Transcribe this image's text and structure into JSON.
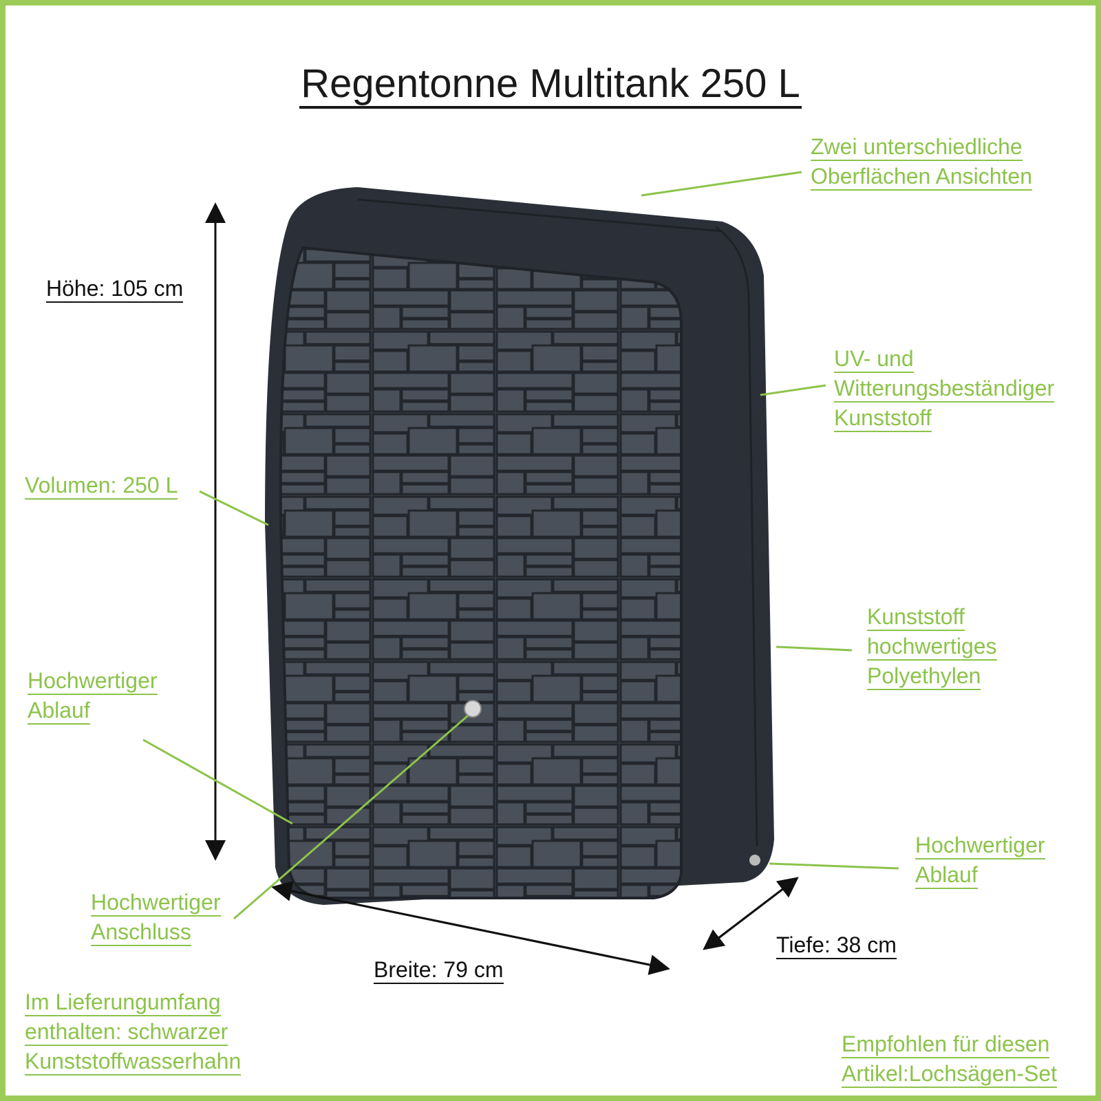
{
  "title": "Regentonne Multitank 250 L",
  "colors": {
    "accent": "#8cc34b",
    "border": "#9dcb58",
    "tank": "#2b3038"
  },
  "labels": {
    "surfaces": [
      "Zwei unterschiedliche",
      "Oberflächen Ansichten"
    ],
    "uv": [
      "UV- und",
      "Witterungsbeständiger",
      "Kunststoff"
    ],
    "volume": "Volumen: 250 L",
    "height": "Höhe: 105 cm",
    "plastic": [
      "Kunststoff",
      "hochwertiges",
      "Polyethylen"
    ],
    "drain_left": [
      "Hochwertiger",
      "Ablauf"
    ],
    "drain_right": [
      "Hochwertiger",
      "Ablauf"
    ],
    "connection": [
      "Hochwertiger",
      "Anschluss"
    ],
    "width": "Breite: 79 cm",
    "depth": "Tiefe: 38 cm",
    "included": [
      "Im Lieferungumfang",
      "enthalten: schwarzer",
      "Kunststoffwasserhahn"
    ],
    "recommended": [
      "Empfohlen für diesen",
      "Artikel:Lochsägen-Set"
    ]
  }
}
